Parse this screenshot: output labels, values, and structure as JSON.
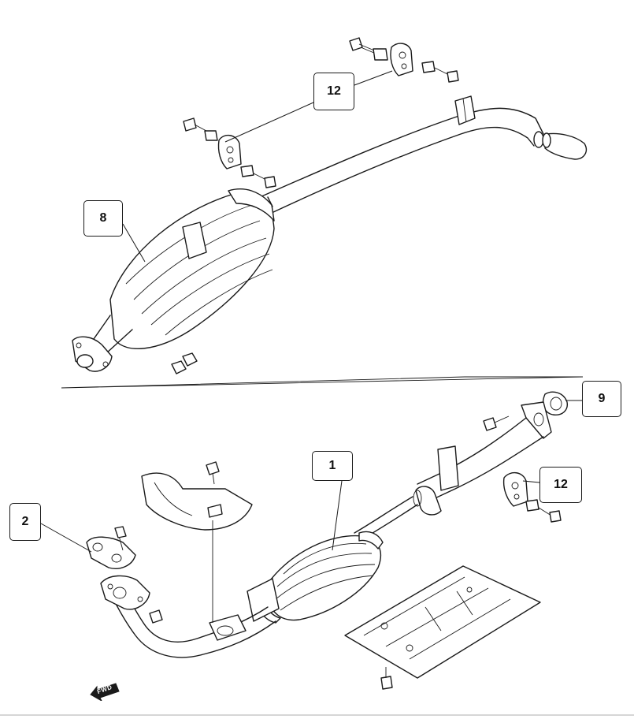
{
  "callouts": {
    "one": "1",
    "two": "2",
    "eight": "8",
    "nine": "9",
    "twelve_upper": "12",
    "twelve_lower": "12"
  },
  "direction_marker": {
    "label": "FWD",
    "icon": "forward-arrow-icon"
  },
  "colors": {
    "line": "#1a1a1a",
    "background": "#ffffff"
  }
}
